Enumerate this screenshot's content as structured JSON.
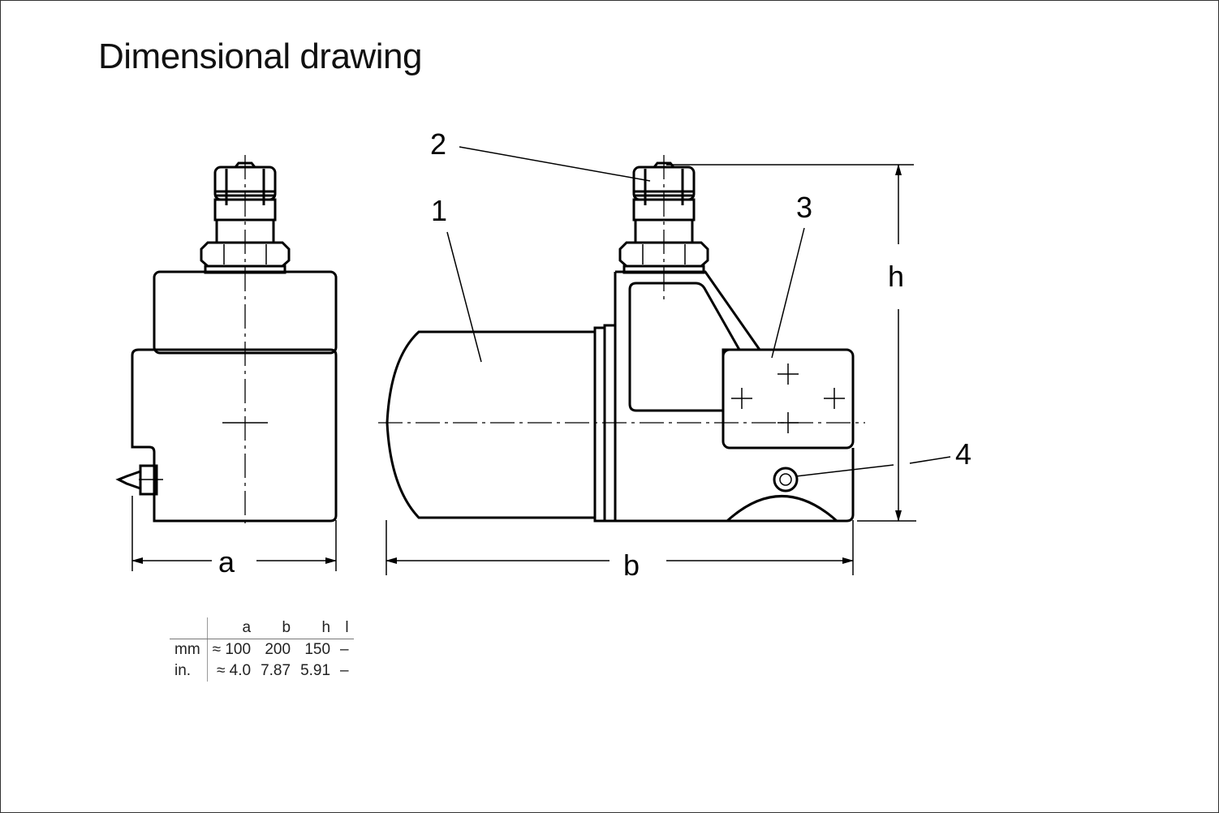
{
  "title": "Dimensional drawing",
  "labels": {
    "a": "a",
    "b": "b",
    "h": "h",
    "p1": "1",
    "p2": "2",
    "p3": "3",
    "p4": "4"
  },
  "table": {
    "headers": [
      "",
      "a",
      "b",
      "h",
      "l"
    ],
    "rows": [
      {
        "unit": "mm",
        "a": "≈ 100",
        "b": "200",
        "h": "150",
        "l": "–"
      },
      {
        "unit": "in.",
        "a": "≈ 4.0",
        "b": "7.87",
        "h": "5.91",
        "l": "–"
      }
    ]
  }
}
